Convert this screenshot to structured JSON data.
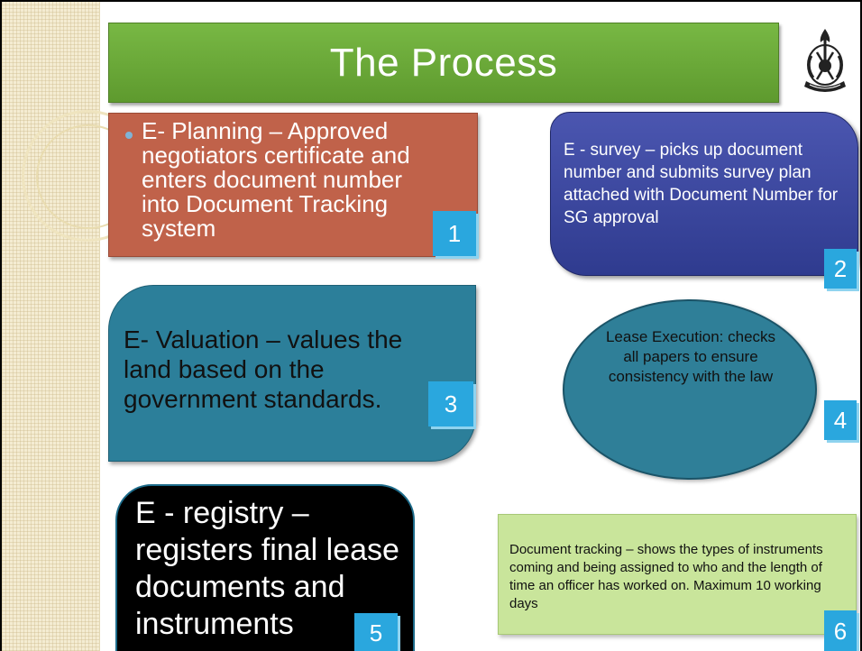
{
  "slide": {
    "title": "The Process",
    "colors": {
      "title_bar": "#6aa93a",
      "planning_box": "#c0624a",
      "survey_box": "#3a44a0",
      "valuation_box": "#2c7f9a",
      "lease_box": "#2f7f98",
      "registry_box": "#000000",
      "tracking_box": "#c9e59b",
      "number_badge": "#2aa7de"
    },
    "logo_icon": "coat-of-arms-emblem"
  },
  "steps": {
    "planning": {
      "text": "E- Planning – Approved negotiators certificate and enters document number into Document Tracking system",
      "number": "1"
    },
    "survey": {
      "text": "E - survey – picks up document number  and submits survey plan attached with Document Number for SG approval",
      "number": "2"
    },
    "valuation": {
      "text": "E- Valuation – values the land based on the government standards.",
      "number": "3"
    },
    "lease": {
      "text": "Lease Execution: checks all papers to ensure consistency with the law",
      "number": "4"
    },
    "registry": {
      "text": "E - registry – registers final lease documents and instruments",
      "number": "5"
    },
    "tracking": {
      "text": "Document tracking – shows the types of instruments coming and being assigned to who and the length of time an officer has worked on. Maximum 10 working days",
      "number": "6"
    }
  }
}
